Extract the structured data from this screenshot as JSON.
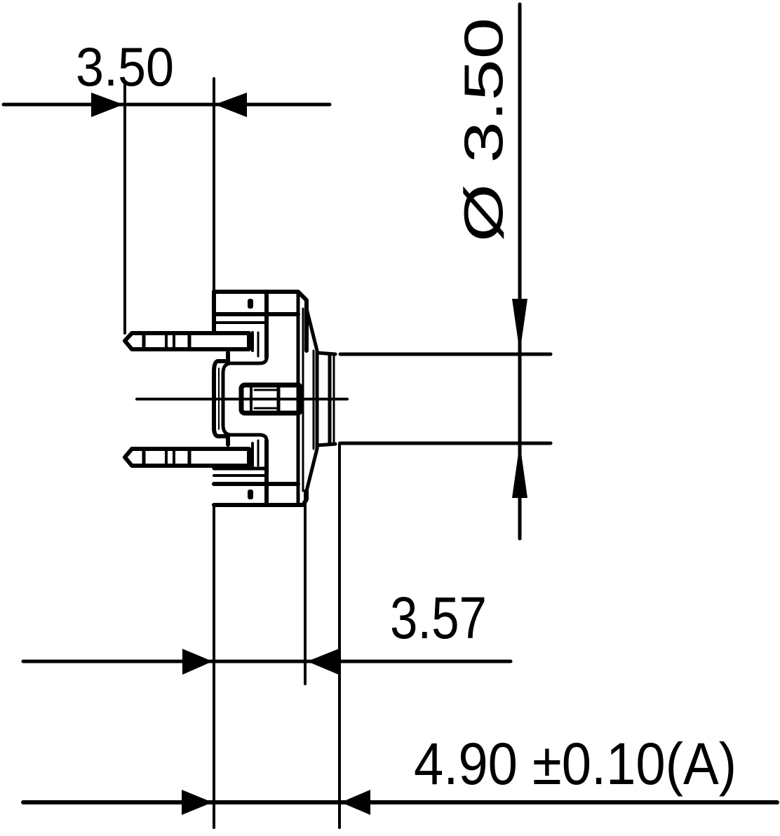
{
  "drawing": {
    "type": "technical dimension drawing",
    "subject": "connector side view",
    "line_color": "#000000",
    "background": "#ffffff"
  },
  "dimensions": {
    "top_width": {
      "label": "3.50",
      "orientation": "horizontal"
    },
    "diameter": {
      "label": "Ø 3.50",
      "symbol": "Ø",
      "value": "3.50",
      "orientation": "vertical"
    },
    "flange_offset": {
      "label": "3.57",
      "orientation": "horizontal"
    },
    "overall_depth": {
      "label": "4.90 ±0.10(A)",
      "value": "4.90",
      "tolerance": "±0.10",
      "note": "(A)",
      "orientation": "horizontal"
    }
  }
}
